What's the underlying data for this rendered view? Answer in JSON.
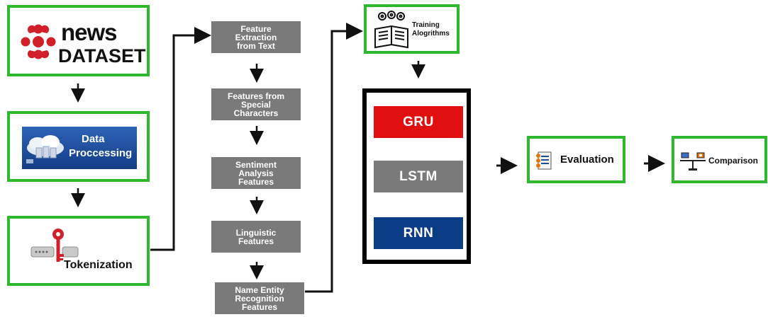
{
  "dataset": {
    "logo_word": "news",
    "logo_word2": "DATASET"
  },
  "processing": {
    "line1": "Data",
    "line2": "Proccessing"
  },
  "tokenization": {
    "label": "Tokenization"
  },
  "features": [
    {
      "label": "Feature\nExtraction\nfrom Text"
    },
    {
      "label": "Features from\nSpecial\nCharacters"
    },
    {
      "label": "Sentiment\nAnalysis\nFeatures"
    },
    {
      "label": "Linguistic\nFeatures"
    },
    {
      "label": "Name Entity\nRecognition\nFeatures"
    }
  ],
  "training": {
    "label": "Training\nAlogrithms"
  },
  "models": [
    {
      "label": "GRU",
      "color": "#e01010"
    },
    {
      "label": "LSTM",
      "color": "#7a7a7a"
    },
    {
      "label": "RNN",
      "color": "#0a3d85"
    }
  ],
  "evaluation": {
    "label": "Evaluation"
  },
  "comparison": {
    "label": "Comparison"
  },
  "colors": {
    "green_border": "#2db82d",
    "gray_box": "#7a7a7a",
    "cbc_red": "#d2202a",
    "panel_blue": "#1a4fa0"
  }
}
